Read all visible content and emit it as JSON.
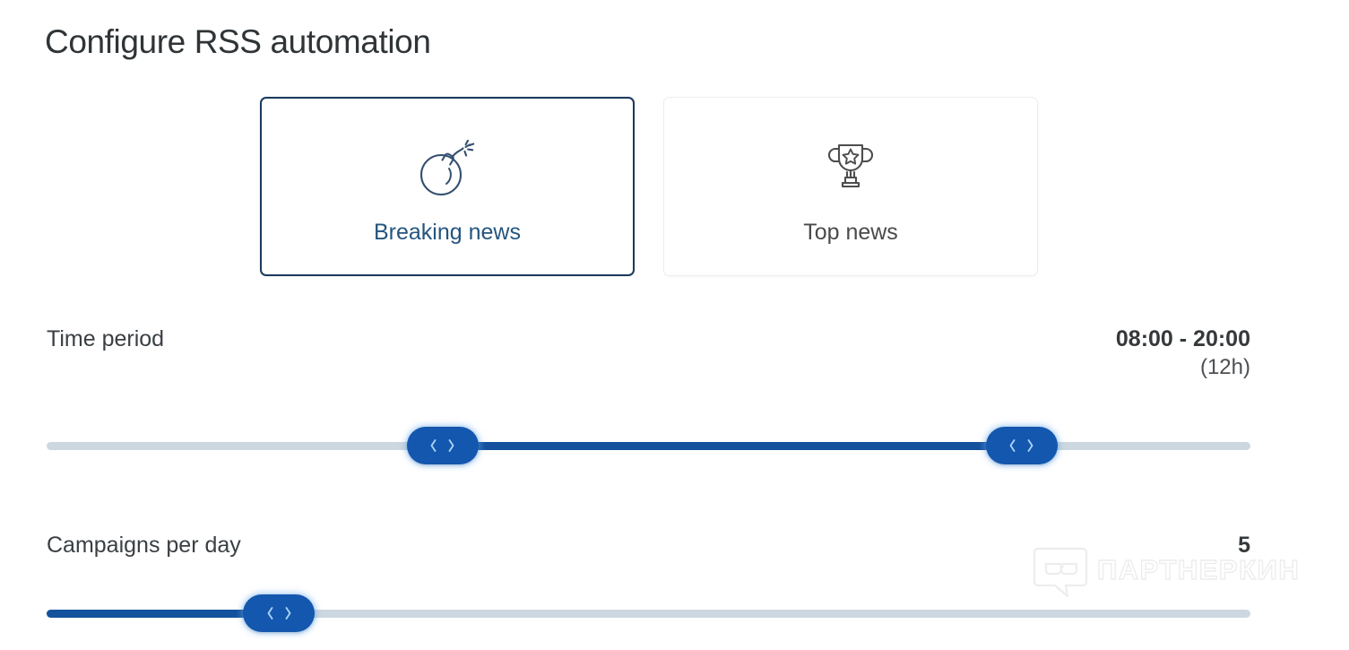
{
  "page": {
    "title": "Configure RSS automation",
    "accent_color": "#14529e",
    "selected_border_color": "#1b3a5c",
    "background_color": "#ffffff"
  },
  "categories": {
    "options": [
      {
        "label": "Breaking news",
        "icon": "bomb-icon",
        "selected": true
      },
      {
        "label": "Top news",
        "icon": "trophy-icon",
        "selected": false
      }
    ]
  },
  "settings": [
    {
      "name": "time-period",
      "label": "Time period",
      "value_main": "08:00 - 20:00",
      "value_sub": "(12h)",
      "slider": {
        "type": "range",
        "start_percent": 32.9,
        "end_percent": 81.0
      }
    },
    {
      "name": "campaigns-per-day",
      "label": "Campaigns per day",
      "value_main": "5",
      "value_sub": "",
      "slider": {
        "type": "single",
        "start_percent": 0,
        "end_percent": 19.3
      }
    }
  ],
  "watermark": {
    "text": "ПАРТНЕРКИН",
    "icon": "speech-bubble-sunglasses-icon"
  }
}
